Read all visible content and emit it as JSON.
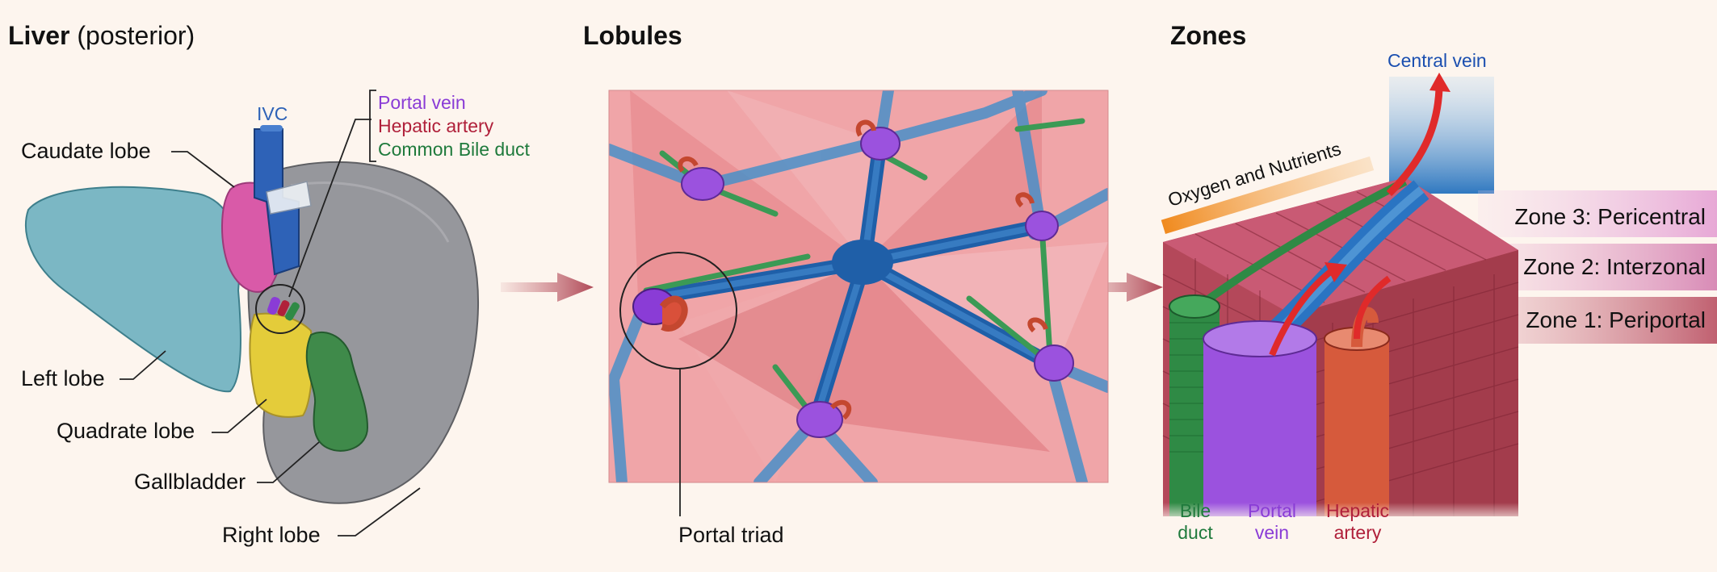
{
  "panels": {
    "liver": {
      "title": "Liver",
      "subtitle": "(posterior)"
    },
    "lobules": {
      "title": "Lobules"
    },
    "zones": {
      "title": "Zones"
    }
  },
  "liver_labels": {
    "ivc": "IVC",
    "caudate": "Caudate lobe",
    "left": "Left lobe",
    "quadrate": "Quadrate lobe",
    "gallbladder": "Gallbladder",
    "right": "Right lobe"
  },
  "triad_legend": {
    "portal_vein": "Portal vein",
    "hepatic_artery": "Hepatic artery",
    "bile_duct": "Common Bile duct"
  },
  "lobule_labels": {
    "portal_triad": "Portal triad"
  },
  "zone_labels": {
    "central_vein": "Central vein",
    "oxygen": "Oxygen and Nutrients",
    "zone3": "Zone 3: Pericentral",
    "zone2": "Zone 2:  Interzonal",
    "zone1": "Zone 1: Periportal",
    "bile_duct_1": "Bile",
    "bile_duct_2": "duct",
    "portal_vein_1": "Portal",
    "portal_vein_2": "vein",
    "hepatic_artery_1": "Hepatic",
    "hepatic_artery_2": "artery"
  },
  "colors": {
    "portal_vein": "#8a3cd6",
    "hepatic_artery": "#b0203a",
    "bile_duct": "#1f7a3c",
    "central_vein": "#1b4fb0",
    "ivc": "#2e62b7"
  }
}
